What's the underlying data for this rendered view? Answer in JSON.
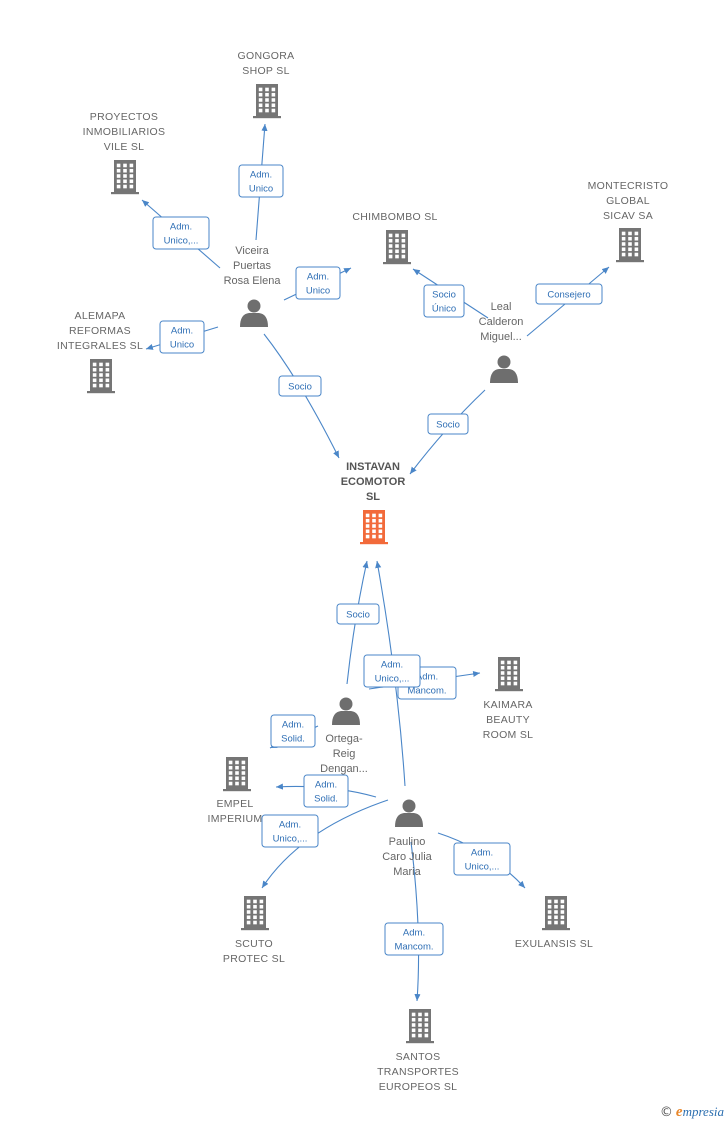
{
  "nodes": [
    {
      "id": "gongora",
      "type": "company",
      "lines": [
        "GONGORA",
        "SHOP  SL"
      ]
    },
    {
      "id": "proyectos",
      "type": "company",
      "lines": [
        "PROYECTOS",
        "INMOBILIARIOS",
        "VILE  SL"
      ]
    },
    {
      "id": "chimbombo",
      "type": "company",
      "lines": [
        "CHIMBOMBO SL"
      ]
    },
    {
      "id": "montecristo",
      "type": "company",
      "lines": [
        "MONTECRISTO",
        "GLOBAL",
        "SICAV SA"
      ]
    },
    {
      "id": "alemapa",
      "type": "company",
      "lines": [
        "ALEMAPA",
        "REFORMAS",
        "INTEGRALES SL"
      ]
    },
    {
      "id": "viceira",
      "type": "person",
      "lines": [
        "Viceira",
        "Puertas",
        "Rosa Elena"
      ]
    },
    {
      "id": "leal",
      "type": "person",
      "lines": [
        "Leal",
        "Calderon",
        "Miguel..."
      ]
    },
    {
      "id": "instavan",
      "type": "focus",
      "lines": [
        "INSTAVAN",
        "ECOMOTOR",
        "SL"
      ]
    },
    {
      "id": "kaimara",
      "type": "company",
      "lines": [
        "KAIMARA",
        "BEAUTY",
        "ROOM  SL"
      ]
    },
    {
      "id": "ortega",
      "type": "person",
      "lines": [
        "Ortega-",
        "Reig",
        "Dengan..."
      ]
    },
    {
      "id": "empel",
      "type": "company",
      "lines": [
        "EMPEL",
        "IMPERIUM"
      ]
    },
    {
      "id": "paulino",
      "type": "person",
      "lines": [
        "Paulino",
        "Caro Julia",
        "Maria"
      ]
    },
    {
      "id": "scuto",
      "type": "company",
      "lines": [
        "SCUTO",
        "PROTEC  SL"
      ]
    },
    {
      "id": "exulansis",
      "type": "company",
      "lines": [
        "EXULANSIS  SL"
      ]
    },
    {
      "id": "santos",
      "type": "company",
      "lines": [
        "SANTOS",
        "TRANSPORTES",
        "EUROPEOS  SL"
      ]
    }
  ],
  "edges": [
    {
      "id": "e-viceira-gongora",
      "from": "viceira",
      "to": "gongora",
      "lines": [
        "Adm.",
        "Unico"
      ]
    },
    {
      "id": "e-viceira-proyectos",
      "from": "viceira",
      "to": "proyectos",
      "lines": [
        "Adm.",
        "Unico,..."
      ]
    },
    {
      "id": "e-viceira-chimbombo",
      "from": "viceira",
      "to": "chimbombo",
      "lines": [
        "Adm.",
        "Unico"
      ]
    },
    {
      "id": "e-viceira-alemapa",
      "from": "viceira",
      "to": "alemapa",
      "lines": [
        "Adm.",
        "Unico"
      ]
    },
    {
      "id": "e-viceira-instavan",
      "from": "viceira",
      "to": "instavan",
      "lines": [
        "Socio"
      ]
    },
    {
      "id": "e-leal-chimbombo",
      "from": "leal",
      "to": "chimbombo",
      "lines": [
        "Socio",
        "Único"
      ]
    },
    {
      "id": "e-leal-montecristo",
      "from": "leal",
      "to": "montecristo",
      "lines": [
        "Consejero"
      ]
    },
    {
      "id": "e-leal-instavan",
      "from": "leal",
      "to": "instavan",
      "lines": [
        "Socio"
      ]
    },
    {
      "id": "e-ortega-instavan",
      "from": "ortega",
      "to": "instavan",
      "lines": [
        "Socio"
      ]
    },
    {
      "id": "e-ortega-kaimara",
      "from": "ortega",
      "to": "kaimara",
      "lines": [
        "Adm.",
        "Mancom."
      ]
    },
    {
      "id": "e-paulino-instavan",
      "from": "paulino",
      "to": "instavan",
      "lines": [
        "Adm.",
        "Unico,..."
      ]
    },
    {
      "id": "e-ortega-empel",
      "from": "ortega",
      "to": "empel",
      "lines": [
        "Adm.",
        "Solid."
      ]
    },
    {
      "id": "e-paulino-empel",
      "from": "paulino",
      "to": "empel",
      "lines": [
        "Adm.",
        "Solid."
      ]
    },
    {
      "id": "e-paulino-scuto",
      "from": "paulino",
      "to": "scuto",
      "lines": [
        "Adm.",
        "Unico,..."
      ]
    },
    {
      "id": "e-paulino-exulansis",
      "from": "paulino",
      "to": "exulansis",
      "lines": [
        "Adm.",
        "Unico,..."
      ]
    },
    {
      "id": "e-paulino-santos",
      "from": "paulino",
      "to": "santos",
      "lines": [
        "Adm.",
        "Mancom."
      ]
    }
  ],
  "brand": {
    "copyright": "©",
    "initial": "e",
    "rest": "mpresia"
  },
  "colors": {
    "edge": "#4a86c8",
    "company": "#757575",
    "person": "#6e6e6e",
    "focus": "#f26a3a"
  }
}
